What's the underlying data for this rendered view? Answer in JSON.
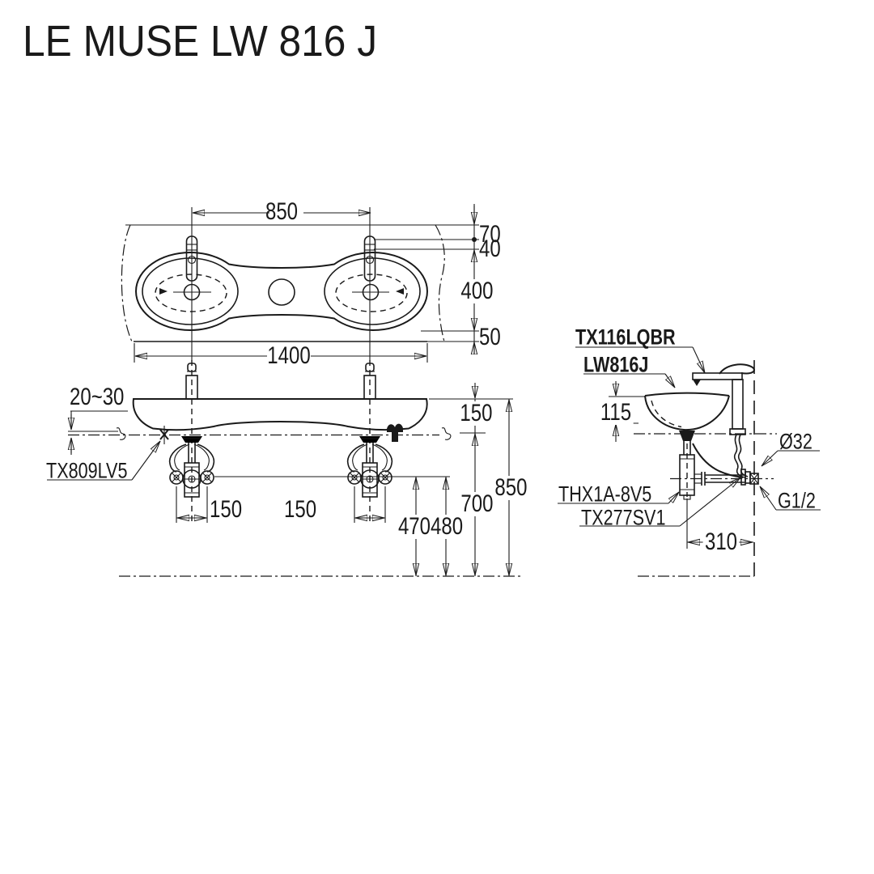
{
  "colors": {
    "line": "#1a1a1a",
    "background": "#ffffff"
  },
  "title": "LE MUSE LW 816 J",
  "top_view": {
    "dim_faucet_spacing": "850",
    "dim_edge_to_hole": "70",
    "dim_hole_to_rim": "40",
    "dim_depth": "400",
    "dim_rim_to_front": "50",
    "dim_total_width": "1400"
  },
  "front_view": {
    "dim_bracket_gap": "20~30",
    "bracket_label": "TX809LV5",
    "dim_counter_to_rim": "150",
    "dim_total_height": "850",
    "dim_mount_height": "700",
    "dim_valve_height_a": "470",
    "dim_valve_height_b": "480",
    "dim_valve_spacing_left": "150",
    "dim_valve_spacing_right": "150"
  },
  "side_view": {
    "faucet_label": "TX116LQBR",
    "basin_label": "LW816J",
    "dim_bowl_height": "115",
    "drain_diameter": "Ø32",
    "supply_thread": "G1/2",
    "trap_label": "THX1A-8V5",
    "valve_label": "TX277SV1",
    "dim_wall_distance": "310"
  }
}
